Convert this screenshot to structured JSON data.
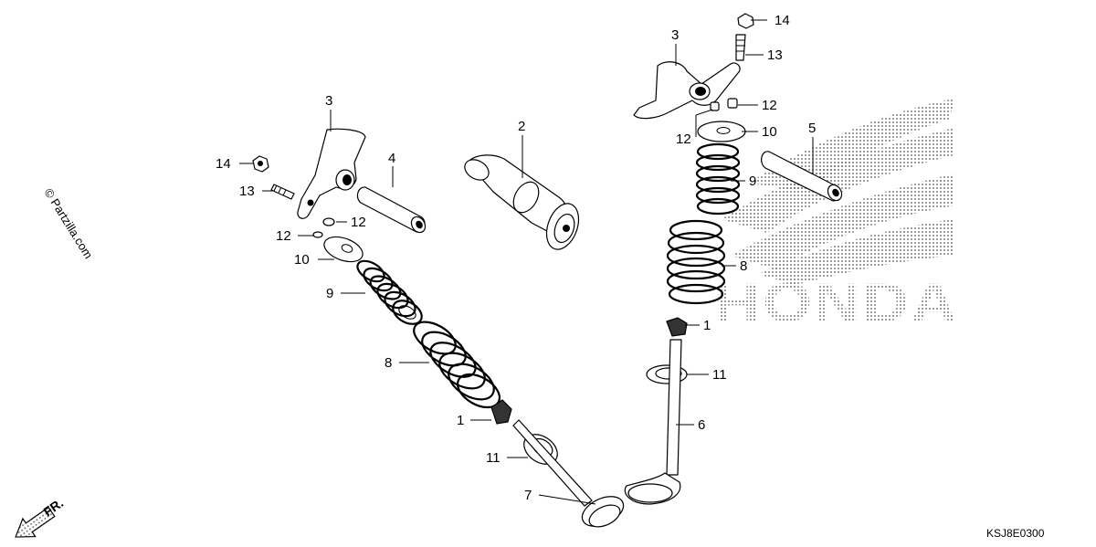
{
  "watermark": "© Partzilla.com",
  "brand_mark": "HONDA",
  "diagram_code": "KSJ8E0300",
  "direction_label": "FR.",
  "callouts": {
    "cotter_left": "1",
    "cotter_right": "1",
    "camshaft": "2",
    "rocker_arm_left": "3",
    "rocker_arm_right": "3",
    "rocker_shaft_left": "4",
    "rocker_shaft_right": "5",
    "exhaust_valve": "6",
    "intake_valve": "7",
    "outer_spring_left": "8",
    "outer_spring_right": "8",
    "inner_spring_left": "9",
    "inner_spring_right": "9",
    "retainer_left": "10",
    "retainer_right": "10",
    "seal_left": "11",
    "seal_right": "11",
    "clip_left_a": "12",
    "clip_left_b": "12",
    "clip_right_a": "12",
    "clip_right_b": "12",
    "screw_left": "13",
    "screw_right": "13",
    "nut_left": "14",
    "nut_right": "14"
  }
}
